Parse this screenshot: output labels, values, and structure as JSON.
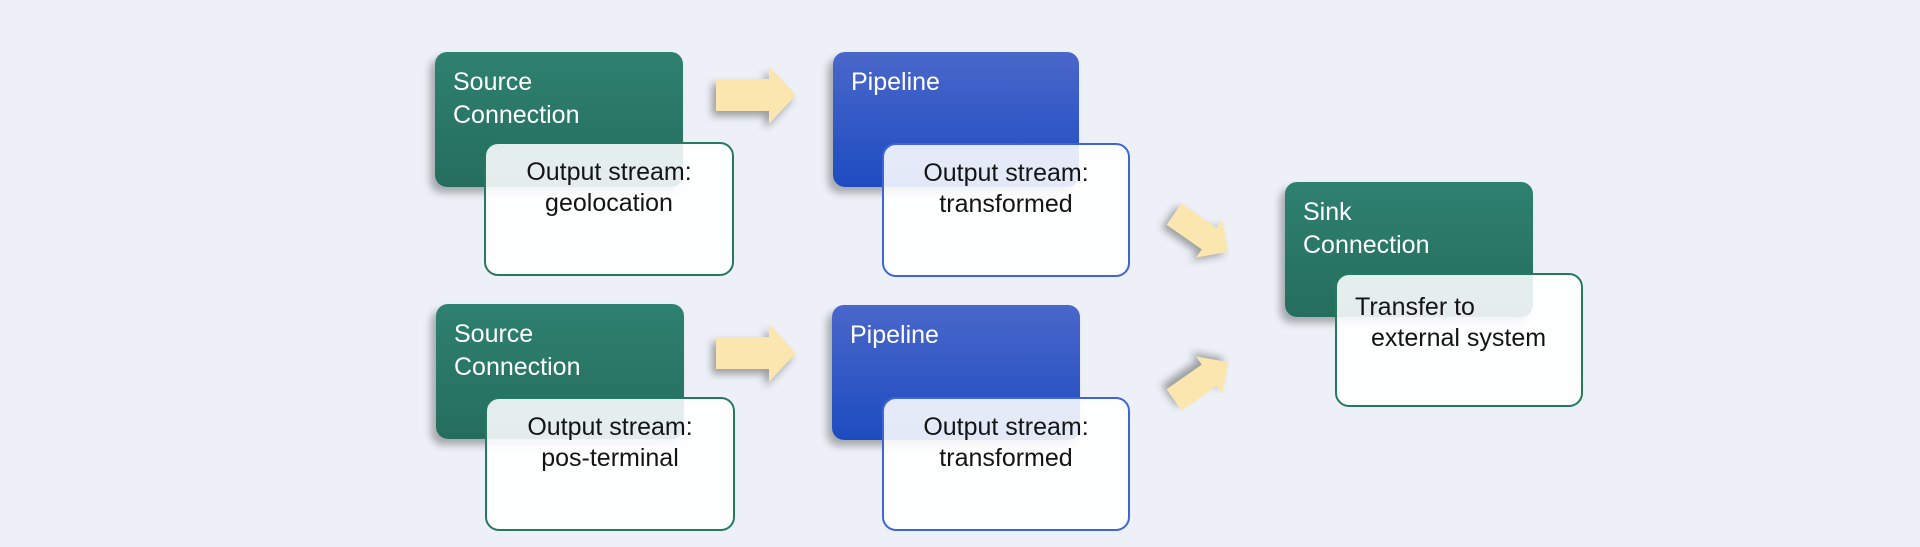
{
  "diagram": {
    "background_color": "#EDF1F7",
    "colors": {
      "connection_fill": "#2A7A6B",
      "pipeline_fill_top": "#4A67CA",
      "pipeline_fill_bottom": "#1D4CC0",
      "arrow_fill": "#FAE6AE",
      "note_border_green": "#25795F",
      "note_border_blue": "#3D65D8"
    },
    "nodes": {
      "source1": {
        "line1": "Source",
        "line2": "Connection"
      },
      "source1_output": {
        "line1": "Output stream:",
        "line2": "geolocation"
      },
      "pipeline1": {
        "line1": "Pipeline",
        "line2": ""
      },
      "pipeline1_output": {
        "line1": "Output stream:",
        "line2": "transformed"
      },
      "source2": {
        "line1": "Source",
        "line2": "Connection"
      },
      "source2_output": {
        "line1": "Output stream:",
        "line2": "pos-terminal"
      },
      "pipeline2": {
        "line1": "Pipeline",
        "line2": ""
      },
      "pipeline2_output": {
        "line1": "Output stream:",
        "line2": "transformed"
      },
      "sink": {
        "line1": "Sink",
        "line2": "Connection"
      },
      "sink_output": {
        "line1": "Transfer to",
        "line2": "external system"
      }
    },
    "arrows": [
      {
        "from": "source1",
        "to": "pipeline1",
        "direction": "right"
      },
      {
        "from": "source2",
        "to": "pipeline2",
        "direction": "right"
      },
      {
        "from": "pipeline1",
        "to": "sink",
        "direction": "down-right"
      },
      {
        "from": "pipeline2",
        "to": "sink",
        "direction": "up-right"
      }
    ]
  }
}
